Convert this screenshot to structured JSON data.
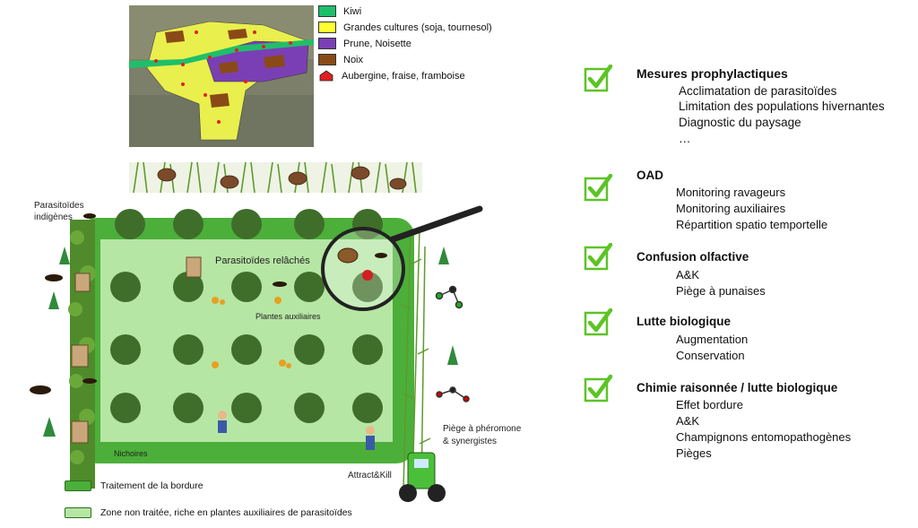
{
  "map_legend": [
    {
      "label": "Kiwi",
      "color": "#1fbf6a"
    },
    {
      "label": "Grandes cultures (soja, tournesol)",
      "color": "#ffff33"
    },
    {
      "label": "Prune, Noisette",
      "color": "#7b3fb5"
    },
    {
      "label": "Noix",
      "color": "#8a4a17"
    },
    {
      "label": "Aubergine, fraise, framboise",
      "color": "#e02020",
      "icon": "red-house-marker"
    }
  ],
  "scene": {
    "parasitoides_indigenes": "Parasitoïdes\nindigènes",
    "parasitoides_relaches": "Parasitoïdes relâchés",
    "plantes_auxiliaires": "Plantes auxiliaires",
    "nichoires": "Nichoires",
    "attract_kill": "Attract&Kill",
    "piege_pheromone": "Piège à phéromone\n& synergistes"
  },
  "scene_legend": [
    {
      "label": "Traitement de la bordure",
      "color": "#4caf3a"
    },
    {
      "label": "Zone non traitée, riche en plantes auxiliaires de parasitoïdes",
      "color": "#b6e6a4"
    }
  ],
  "measures": [
    {
      "title": "Mesures prophylactiques",
      "items": [
        "Acclimatation de parasitoïdes",
        "Limitation des populations hivernantes",
        "Diagnostic du paysage",
        "…"
      ]
    },
    {
      "title": "OAD",
      "items": [
        "Monitoring ravageurs",
        "Monitoring auxiliaires",
        "Répartition spatio temportelle"
      ]
    },
    {
      "title": "Confusion olfactive",
      "items": [
        "A&K",
        "Piège à punaises"
      ]
    },
    {
      "title": "Lutte biologique",
      "items": [
        "Augmentation",
        "Conservation"
      ]
    },
    {
      "title": "Chimie raisonnée / lutte biologique",
      "items": [
        "Effet bordure",
        "A&K",
        "Champignons entomopathogènes",
        "Pièges"
      ]
    }
  ],
  "colors": {
    "check_green": "#5cc425",
    "field_light": "#b6e6a4",
    "field_border": "#4caf3a"
  }
}
